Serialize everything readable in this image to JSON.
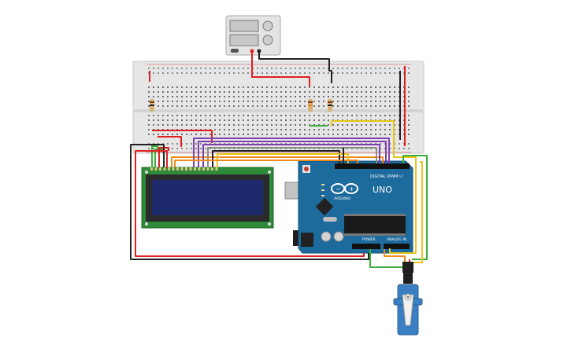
{
  "colors": {
    "background": "#ffffff",
    "breadboard": "#e6e6e6",
    "arduino_board": "#1d6a9c",
    "lcd_board": "#2f8a3a",
    "lcd_screen": "#1d2a6b",
    "servo_body": "#3a7fc1",
    "wire_red": "#e02020",
    "wire_black": "#222222",
    "wire_green": "#3cae3c",
    "wire_yellow": "#e6c619",
    "wire_orange": "#f08a1c",
    "wire_purple": "#7d3fb0",
    "wire_gray": "#8c8c8c"
  },
  "arduino": {
    "brand": "ARDUINO",
    "model": "UNO",
    "header_digital": "DIGITAL (PWM~)",
    "header_power": "POWER",
    "header_analog": "ANALOG IN"
  },
  "icons": {
    "power_supply": "power-supply-icon",
    "arduino_logo": "infinity-logo-icon",
    "servo": "servo-motor-icon",
    "lcd": "lcd-16x2-icon"
  }
}
